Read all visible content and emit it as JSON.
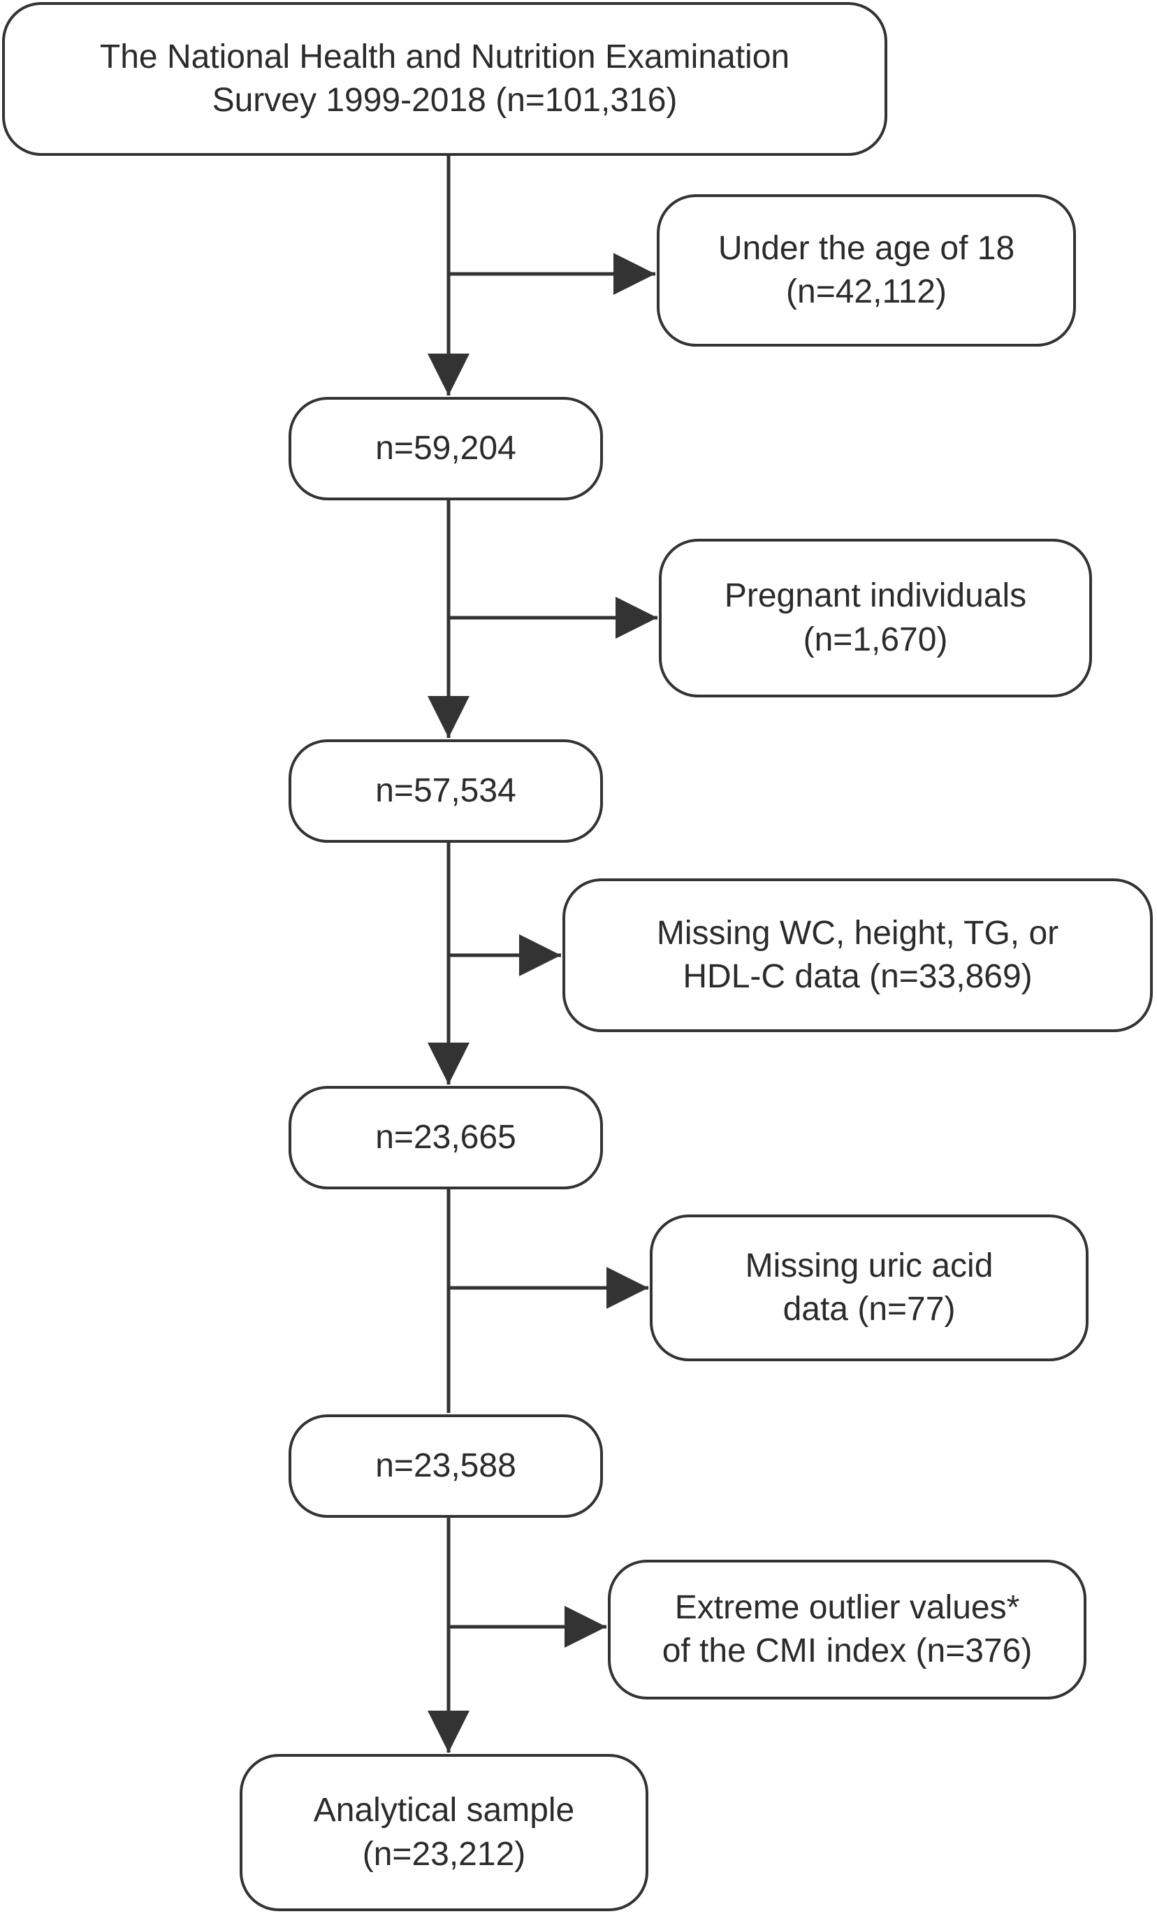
{
  "boxes": {
    "source": {
      "line1": "The National Health and Nutrition Examination",
      "line2": "Survey 1999-2018 (n=101,316)"
    },
    "under18": {
      "line1": "Under the age of 18",
      "line2": "(n=42,112)"
    },
    "n1": {
      "line1": "n=59,204"
    },
    "pregnant": {
      "line1": "Pregnant individuals",
      "line2": "(n=1,670)"
    },
    "n2": {
      "line1": "n=57,534"
    },
    "missing1": {
      "line1": "Missing WC, height, TG, or",
      "line2": "HDL-C data (n=33,869)"
    },
    "n3": {
      "line1": "n=23,665"
    },
    "uric": {
      "line1": "Missing uric acid",
      "line2": "data (n=77)"
    },
    "n4": {
      "line1": "n=23,588"
    },
    "outlier": {
      "line1": "Extreme outlier values*",
      "line2": "of the CMI index (n=376)"
    },
    "final": {
      "line1": "Analytical sample",
      "line2": "(n=23,212)"
    }
  },
  "colors": {
    "stroke": "#333333",
    "text": "#2b2b2b",
    "background": "#ffffff"
  }
}
